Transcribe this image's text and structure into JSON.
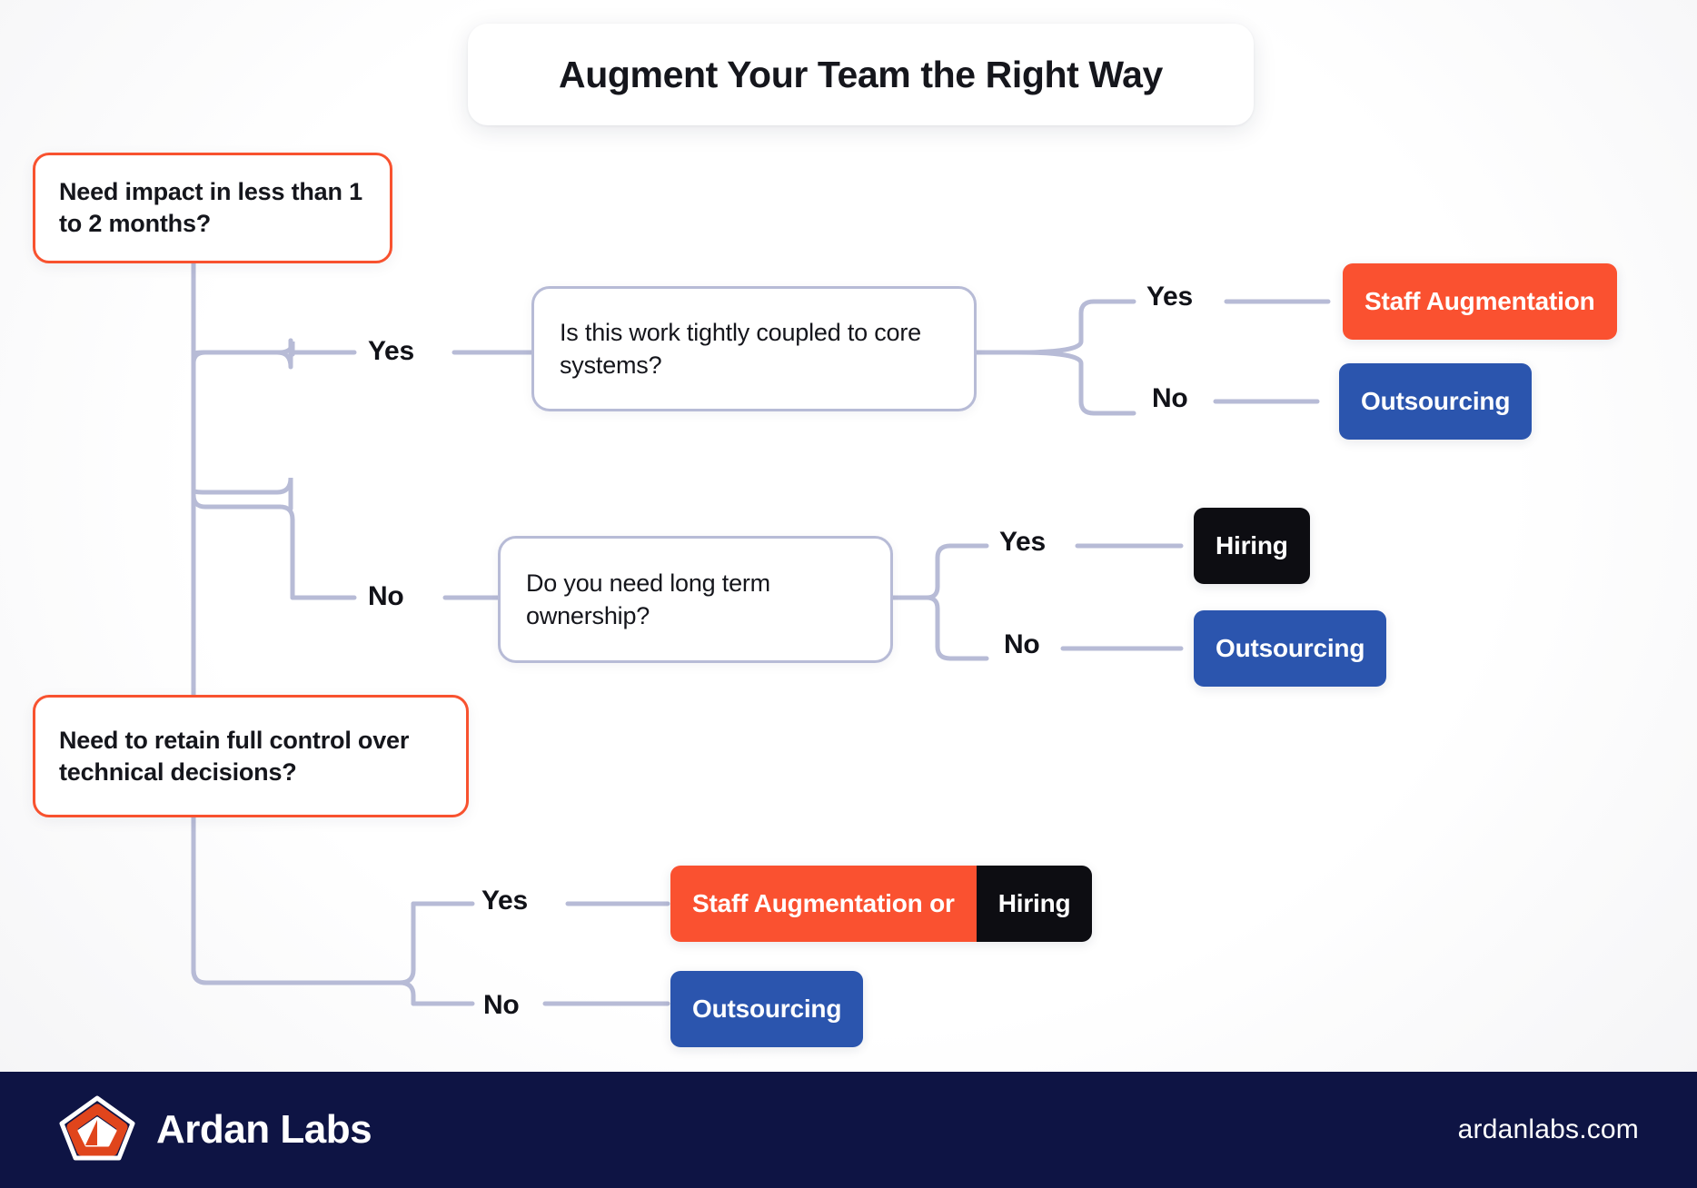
{
  "header": {
    "title": "Augment Your Team the Right Way"
  },
  "colors": {
    "accent_orange": "#FA5130",
    "accent_blue": "#2B55AE",
    "accent_black": "#0D0D12",
    "decision_border": "#F8522F",
    "question_border": "#B7BBD6",
    "connector": "#B7BBD6",
    "footer_bg": "#0E1444"
  },
  "flow": {
    "decision_1": {
      "text": "Need impact in less than 1 to 2 months?"
    },
    "decision_2": {
      "text": "Need to retain full control over technical decisions?"
    },
    "question_1": {
      "text": "Is this work tightly coupled to core systems?"
    },
    "question_2": {
      "text": "Do you need long term ownership?"
    },
    "branches": {
      "d1_yes": "Yes",
      "d1_no": "No",
      "q1_yes": "Yes",
      "q1_no": "No",
      "q2_yes": "Yes",
      "q2_no": "No",
      "d2_yes": "Yes",
      "d2_no": "No"
    },
    "outcomes": {
      "q1_yes_result": "Staff Augmentation",
      "q1_no_result": "Outsourcing",
      "q2_yes_result": "Hiring",
      "q2_no_result": "Outsourcing",
      "d2_yes_result_a": "Staff Augmentation or",
      "d2_yes_result_b": "Hiring",
      "d2_no_result": "Outsourcing"
    }
  },
  "footer": {
    "brand_name": "Ardan Labs",
    "url": "ardanlabs.com",
    "logo_name": "ardan-labs-tent-logo"
  }
}
